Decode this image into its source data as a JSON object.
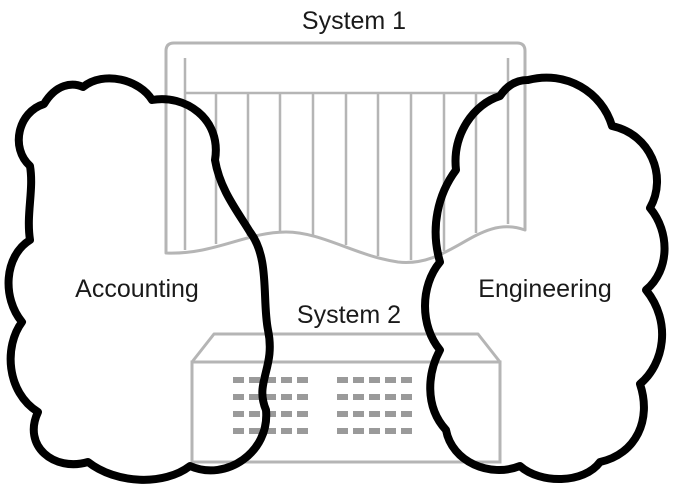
{
  "diagram": {
    "system1": {
      "label": "System 1"
    },
    "system2": {
      "label": "System 2"
    },
    "accounting": {
      "label": "Accounting"
    },
    "engineering": {
      "label": "Engineering"
    }
  },
  "colors": {
    "stroke": "#000000",
    "device_outline": "#b5b5b5",
    "device_fill": "#ffffff",
    "led": "#9a9a9a",
    "text": "#1a1a1a"
  }
}
